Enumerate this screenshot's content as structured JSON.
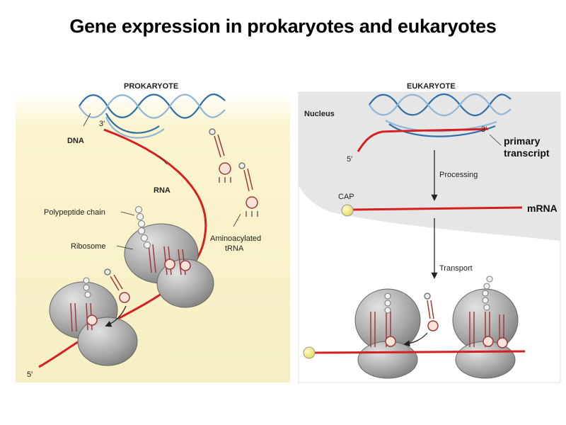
{
  "title": "Gene expression in prokaryotes and eukaryotes",
  "prokaryote": {
    "header": "PROKARYOTE",
    "dna": "DNA",
    "rna": "RNA",
    "three_prime": "3′",
    "five_prime": "5′",
    "polypeptide": "Polypeptide chain",
    "ribosome": "Ribosome",
    "trna_line1": "Aminoacylated",
    "trna_line2": "tRNA"
  },
  "eukaryote": {
    "header": "EUKARYOTE",
    "nucleus": "Nucleus",
    "three_prime": "3′",
    "five_prime": "5′",
    "primary_line1": "primary",
    "primary_line2": "transcript",
    "processing": "Processing",
    "cap": "CAP",
    "mrna": "mRNA",
    "transport": "Transport"
  },
  "colors": {
    "panel_yellow": "#f7f0c6",
    "nucleus_gray": "#e6e6e6",
    "rna_red": "#d42020",
    "dna_blue": "#2f6ea6",
    "ribosome_gray": "#a6a6a6",
    "cap_yellow": "#f1ea8a"
  }
}
